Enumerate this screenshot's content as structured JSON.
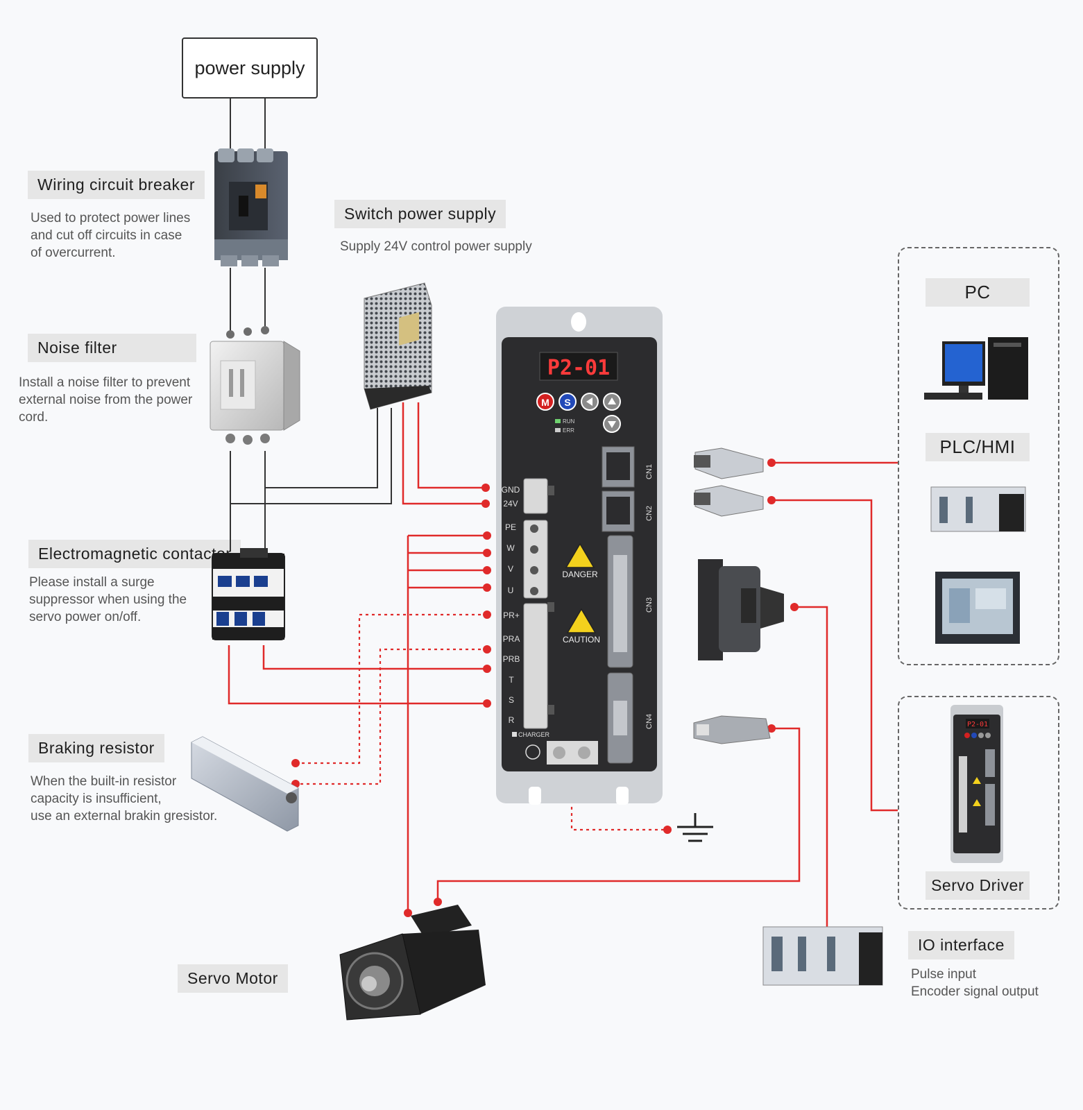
{
  "power_supply": {
    "label": "power supply"
  },
  "breaker": {
    "title": "Wiring circuit breaker",
    "desc": "Used to protect power lines\nand cut off circuits in case\nof overcurrent."
  },
  "noise_filter": {
    "title": "Noise filter",
    "desc": "Install a noise filter to prevent\nexternal noise from the power\ncord."
  },
  "contactor": {
    "title": "Electromagnetic contactor",
    "desc": "Please install a surge\nsuppressor when using the\nservo power on/off."
  },
  "braking_resistor": {
    "title": "Braking resistor",
    "desc": "When the built-in resistor\ncapacity is insufficient,\nuse an external brakin gresistor."
  },
  "switch_power": {
    "title": "Switch power  supply",
    "desc": "Supply 24V control power supply"
  },
  "servo_motor": {
    "title": "Servo Motor"
  },
  "pc": {
    "title": "PC"
  },
  "plc": {
    "title": "PLC/HMI"
  },
  "servo_driver": {
    "title": "Servo Driver"
  },
  "io_interface": {
    "title": "IO interface",
    "desc": "Pulse input\nEncoder signal output"
  },
  "drive": {
    "display": "P2-01",
    "buttons": [
      "M",
      "S"
    ],
    "leds": [
      "RUN",
      "ERR"
    ],
    "terminals_top": [
      "GND",
      "24V"
    ],
    "terminals_mid": [
      "PE",
      "W",
      "V",
      "U"
    ],
    "terminals_bot": [
      "PR+",
      "PRA",
      "PRB",
      "T",
      "S",
      "R"
    ],
    "ports": [
      "CN1",
      "CN2",
      "CN3",
      "CN4"
    ],
    "danger": "DANGER",
    "caution": "CAUTION",
    "charger": "CHARGER"
  },
  "mini_driver": {
    "display": "P2-01"
  },
  "colors": {
    "wire_red": "#e02a2a",
    "wire_dark": "#333333",
    "label_bg": "#e6e6e6"
  }
}
